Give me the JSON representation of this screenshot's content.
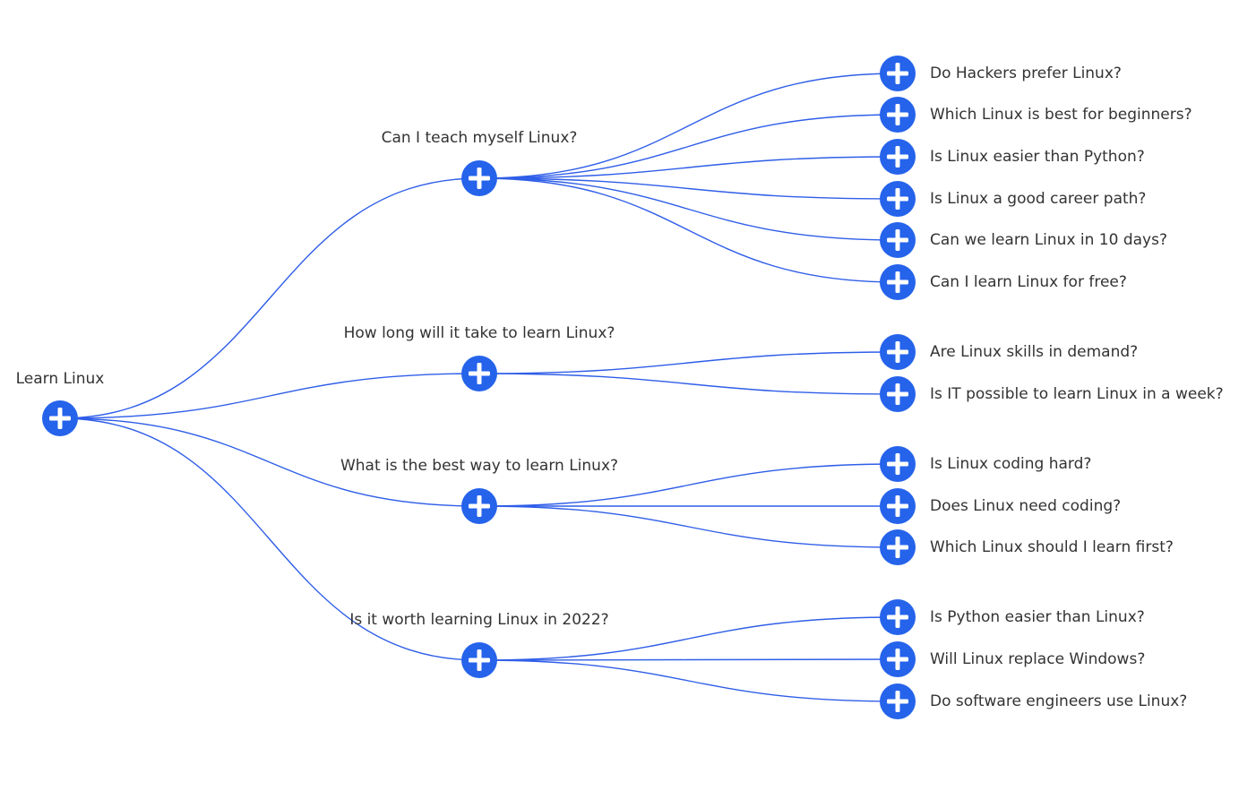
{
  "mindmap": {
    "root": {
      "label": "Learn Linux",
      "icon": "plus-icon"
    },
    "branches": [
      {
        "label": "Can I teach myself Linux?",
        "icon": "plus-icon",
        "children": [
          "Do Hackers prefer Linux?",
          "Which Linux is best for beginners?",
          "Is Linux easier than Python?",
          "Is Linux a good career path?",
          "Can we learn Linux in 10 days?",
          "Can I learn Linux for free?"
        ]
      },
      {
        "label": "How long will it take to learn Linux?",
        "icon": "plus-icon",
        "children": [
          "Are Linux skills in demand?",
          "Is IT possible to learn Linux in a week?"
        ]
      },
      {
        "label": "What is the best way to learn Linux?",
        "icon": "plus-icon",
        "children": [
          "Is Linux coding hard?",
          "Does Linux need coding?",
          "Which Linux should I learn first?"
        ]
      },
      {
        "label": "Is it worth learning Linux in 2022?",
        "icon": "plus-icon",
        "children": [
          "Is Python easier than Linux?",
          "Will Linux replace Windows?",
          "Do software engineers use Linux?"
        ]
      }
    ],
    "colors": {
      "node": "#2563eb",
      "link": "#2f5ee8",
      "label": "#333333"
    }
  }
}
